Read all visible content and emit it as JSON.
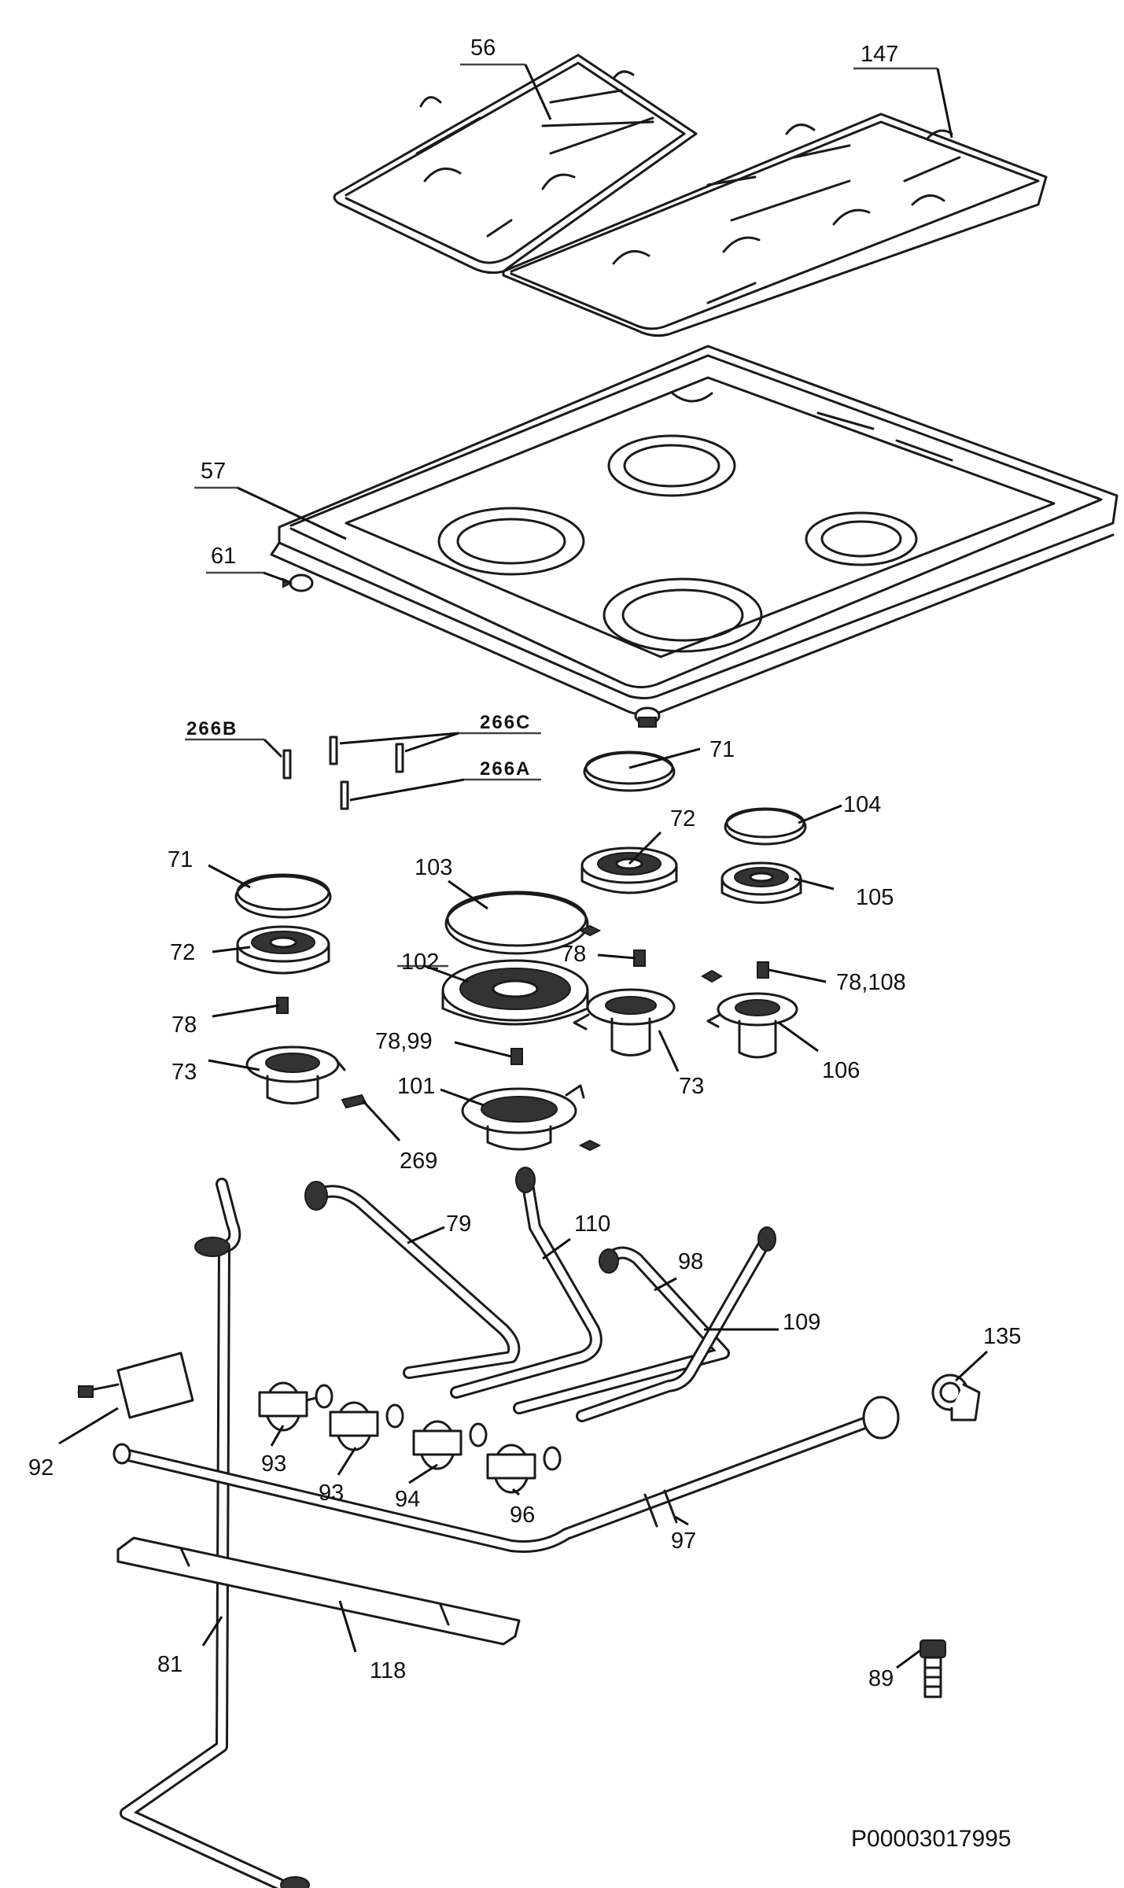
{
  "drawing_code": "P00003017995",
  "labels": [
    {
      "id": "56",
      "text": "56"
    },
    {
      "id": "147",
      "text": "147"
    },
    {
      "id": "57",
      "text": "57"
    },
    {
      "id": "61",
      "text": "61"
    },
    {
      "id": "266B",
      "text": "266B"
    },
    {
      "id": "266C",
      "text": "266C"
    },
    {
      "id": "266A",
      "text": "266A"
    },
    {
      "id": "71a",
      "text": "71"
    },
    {
      "id": "104",
      "text": "104"
    },
    {
      "id": "72a",
      "text": "72"
    },
    {
      "id": "105",
      "text": "105"
    },
    {
      "id": "71b",
      "text": "71"
    },
    {
      "id": "103",
      "text": "103"
    },
    {
      "id": "72b",
      "text": "72"
    },
    {
      "id": "102",
      "text": "102"
    },
    {
      "id": "78a",
      "text": "78"
    },
    {
      "id": "78108",
      "text": "78,108"
    },
    {
      "id": "78b",
      "text": "78"
    },
    {
      "id": "7899",
      "text": "78,99"
    },
    {
      "id": "73a",
      "text": "73"
    },
    {
      "id": "73b",
      "text": "73"
    },
    {
      "id": "106",
      "text": "106"
    },
    {
      "id": "101",
      "text": "101"
    },
    {
      "id": "269",
      "text": "269"
    },
    {
      "id": "79",
      "text": "79"
    },
    {
      "id": "110",
      "text": "110"
    },
    {
      "id": "98",
      "text": "98"
    },
    {
      "id": "109",
      "text": "109"
    },
    {
      "id": "135",
      "text": "135"
    },
    {
      "id": "92",
      "text": "92"
    },
    {
      "id": "93a",
      "text": "93"
    },
    {
      "id": "93b",
      "text": "93"
    },
    {
      "id": "94",
      "text": "94"
    },
    {
      "id": "96",
      "text": "96"
    },
    {
      "id": "97",
      "text": "97"
    },
    {
      "id": "81",
      "text": "81"
    },
    {
      "id": "118",
      "text": "118"
    },
    {
      "id": "89",
      "text": "89"
    }
  ]
}
